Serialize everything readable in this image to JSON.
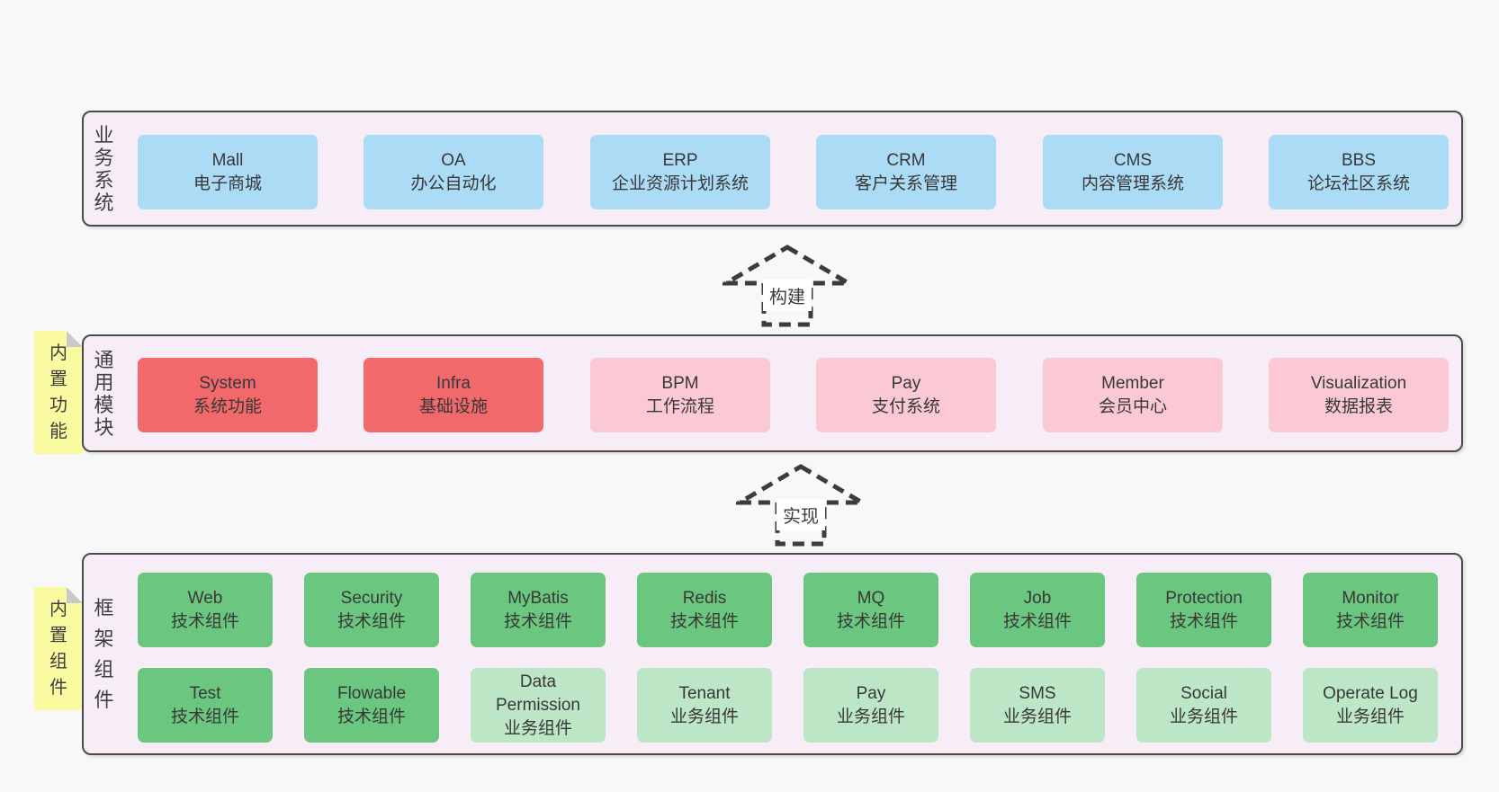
{
  "diagram": {
    "description_visible_text_only": true,
    "colors": {
      "page_bg": "#f8f8f8",
      "band_bg": "#f7edf6",
      "band_border": "#4a4a4a",
      "blue": "#abdbf5",
      "red": "#f2696b",
      "pink": "#fbc9d3",
      "green": "#6bc77f",
      "green_light": "#bce6c6",
      "sticky_yellow": "#fafaa1",
      "sticky_fold": "#c9c9c9",
      "text": "#383838"
    }
  },
  "bands": [
    {
      "label": "业务系统",
      "boxes": [
        {
          "en": "Mall",
          "zh": "电子商城",
          "variant": "blue"
        },
        {
          "en": "OA",
          "zh": "办公自动化",
          "variant": "blue"
        },
        {
          "en": "ERP",
          "zh": "企业资源计划系统",
          "variant": "blue"
        },
        {
          "en": "CRM",
          "zh": "客户关系管理",
          "variant": "blue"
        },
        {
          "en": "CMS",
          "zh": "内容管理系统",
          "variant": "blue"
        },
        {
          "en": "BBS",
          "zh": "论坛社区系统",
          "variant": "blue"
        }
      ]
    },
    {
      "label": "通用模块",
      "sticky": "内置功能",
      "boxes": [
        {
          "en": "System",
          "zh": "系统功能",
          "variant": "red"
        },
        {
          "en": "Infra",
          "zh": "基础设施",
          "variant": "red"
        },
        {
          "en": "BPM",
          "zh": "工作流程",
          "variant": "pink"
        },
        {
          "en": "Pay",
          "zh": "支付系统",
          "variant": "pink"
        },
        {
          "en": "Member",
          "zh": "会员中心",
          "variant": "pink"
        },
        {
          "en": "Visualization",
          "zh": "数据报表",
          "variant": "pink"
        }
      ]
    },
    {
      "label": "框架组件",
      "sticky": "内置组件",
      "rows": [
        {
          "boxes": [
            {
              "en": "Web",
              "zh": "技术组件",
              "variant": "green"
            },
            {
              "en": "Security",
              "zh": "技术组件",
              "variant": "green"
            },
            {
              "en": "MyBatis",
              "zh": "技术组件",
              "variant": "green"
            },
            {
              "en": "Redis",
              "zh": "技术组件",
              "variant": "green"
            },
            {
              "en": "MQ",
              "zh": "技术组件",
              "variant": "green"
            },
            {
              "en": "Job",
              "zh": "技术组件",
              "variant": "green"
            },
            {
              "en": "Protection",
              "zh": "技术组件",
              "variant": "green"
            },
            {
              "en": "Monitor",
              "zh": "技术组件",
              "variant": "green"
            }
          ]
        },
        {
          "boxes": [
            {
              "en": "Test",
              "zh": "技术组件",
              "variant": "green"
            },
            {
              "en": "Flowable",
              "zh": "技术组件",
              "variant": "green"
            },
            {
              "en": "Data Permission",
              "zh": "业务组件",
              "variant": "green-light"
            },
            {
              "en": "Tenant",
              "zh": "业务组件",
              "variant": "green-light"
            },
            {
              "en": "Pay",
              "zh": "业务组件",
              "variant": "green-light"
            },
            {
              "en": "SMS",
              "zh": "业务组件",
              "variant": "green-light"
            },
            {
              "en": "Social",
              "zh": "业务组件",
              "variant": "green-light"
            },
            {
              "en": "Operate Log",
              "zh": "业务组件",
              "variant": "green-light"
            }
          ]
        }
      ]
    }
  ],
  "arrows": [
    {
      "label": "构建"
    },
    {
      "label": "实现"
    }
  ]
}
